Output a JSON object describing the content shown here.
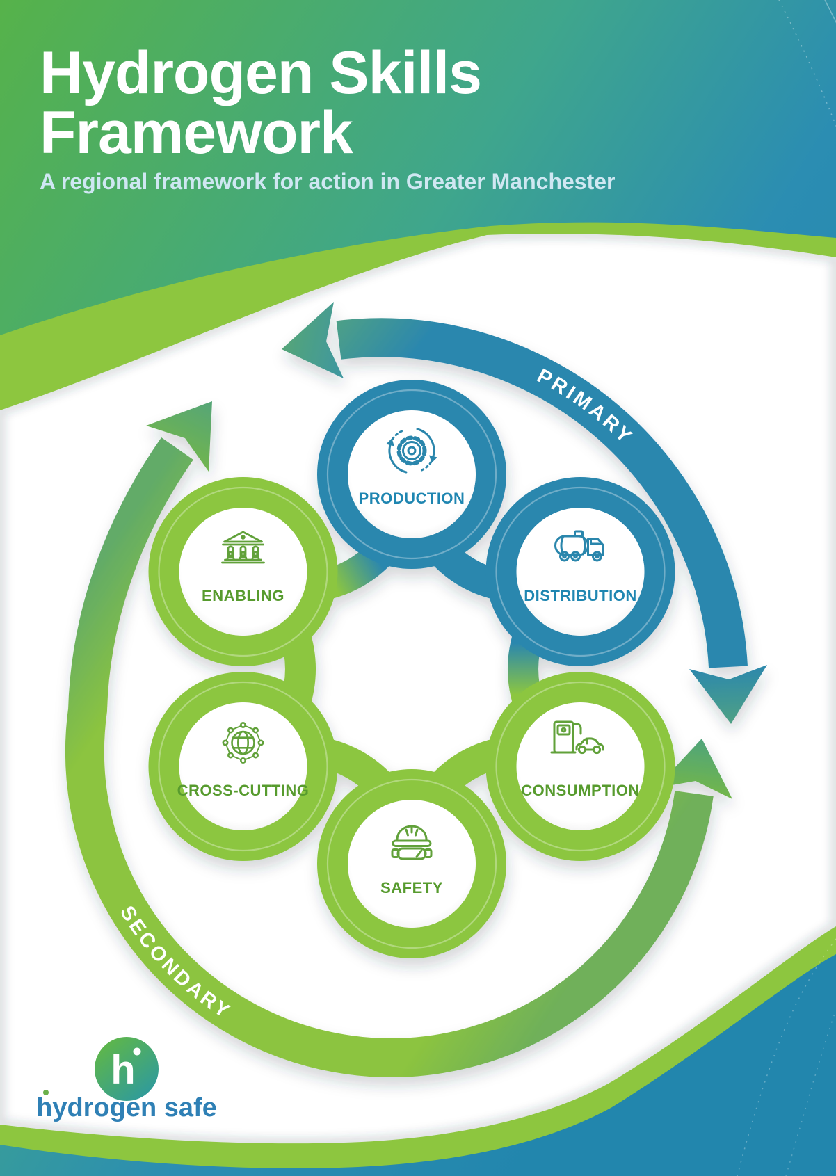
{
  "page": {
    "title_line1": "Hydrogen Skills",
    "title_line2": "Framework",
    "subtitle": "A regional framework for action in Greater Manchester"
  },
  "diagram": {
    "primary_label": "PRIMARY",
    "secondary_label": "SECONDARY",
    "nodes": [
      {
        "id": "production",
        "label": "PRODUCTION",
        "group": "primary",
        "ring_color": "#2b87ae",
        "label_color": "#1f86b1",
        "icon": "gear-cycle-icon"
      },
      {
        "id": "distribution",
        "label": "DISTRIBUTION",
        "group": "primary",
        "ring_color": "#2b87ae",
        "label_color": "#1f86b1",
        "icon": "tanker-truck-icon"
      },
      {
        "id": "consumption",
        "label": "CONSUMPTION",
        "group": "secondary",
        "ring_color": "#8cc640",
        "label_color": "#579b2e",
        "icon": "fuel-station-car-icon"
      },
      {
        "id": "safety",
        "label": "SAFETY",
        "group": "secondary",
        "ring_color": "#8cc640",
        "label_color": "#579b2e",
        "icon": "hard-hat-goggles-icon"
      },
      {
        "id": "cross_cutting",
        "label": "CROSS-CUTTING",
        "group": "secondary",
        "ring_color": "#8cc640",
        "label_color": "#579b2e",
        "icon": "globe-network-icon"
      },
      {
        "id": "enabling",
        "label": "ENABLING",
        "group": "secondary",
        "ring_color": "#8cc640",
        "label_color": "#579b2e",
        "icon": "bank-columns-icon"
      }
    ]
  },
  "logo": {
    "symbol": "h",
    "text": "hydrogen safe"
  },
  "colors": {
    "gradient_green": "#56b24a",
    "gradient_blue": "#2286ad",
    "rim_green": "#8dc63f",
    "ring_blue": "#2b87ae",
    "ring_green": "#8cc640",
    "label_blue": "#1f86b1",
    "label_green": "#579b2e",
    "arrow_teal": "#4fa184",
    "title_white": "#ffffff",
    "subtitle_blue": "#cfe7f2",
    "logo_blue": "#2f80b5"
  }
}
